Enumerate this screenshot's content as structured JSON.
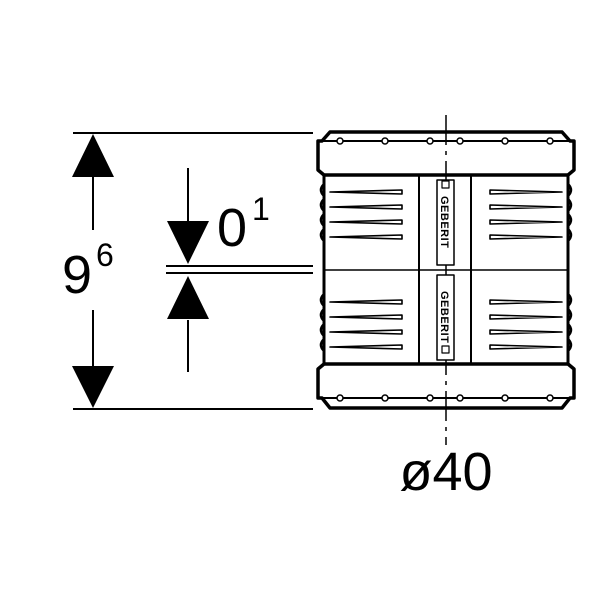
{
  "drawing": {
    "stroke_color": "#000000",
    "background": "#ffffff"
  },
  "dimensions": {
    "total_height": {
      "base": "9",
      "sup": "6"
    },
    "gap": {
      "base": "0",
      "sup": "1"
    },
    "diameter": "ø40"
  },
  "part": {
    "brand_text_top": "GEBERIT",
    "brand_text_bottom": "GEBERIT"
  }
}
